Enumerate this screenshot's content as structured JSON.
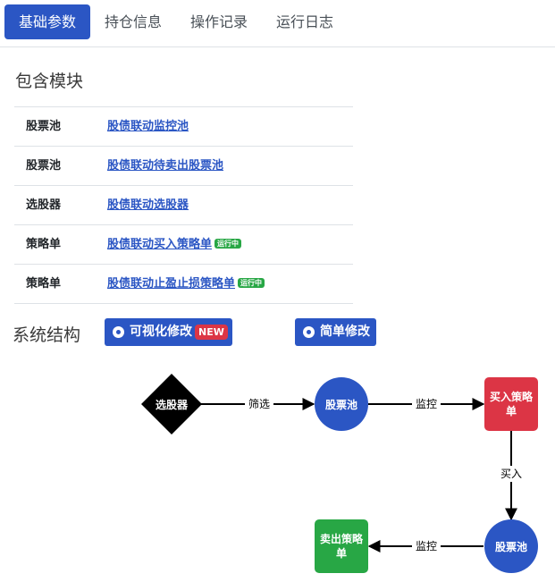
{
  "tabs": [
    {
      "label": "基础参数",
      "active": true
    },
    {
      "label": "持仓信息",
      "active": false
    },
    {
      "label": "操作记录",
      "active": false
    },
    {
      "label": "运行日志",
      "active": false
    }
  ],
  "modules": {
    "title": "包含模块",
    "rows": [
      {
        "type": "股票池",
        "name": "股债联动监控池",
        "badge": ""
      },
      {
        "type": "股票池",
        "name": "股债联动待卖出股票池",
        "badge": ""
      },
      {
        "type": "选股器",
        "name": "股债联动选股器",
        "badge": ""
      },
      {
        "type": "策略单",
        "name": "股债联动买入策略单",
        "badge": "运行中"
      },
      {
        "type": "策略单",
        "name": "股债联动止盈止损策略单",
        "badge": "运行中"
      }
    ]
  },
  "structure": {
    "title": "系统结构",
    "visual_edit_label": "可视化修改",
    "new_badge": "NEW",
    "simple_edit_label": "简单修改"
  },
  "diagram": {
    "nodes": {
      "selector": "选股器",
      "pool1": "股票池",
      "buy": "买入策略单",
      "pool2": "股票池",
      "sell": "卖出策略单"
    },
    "edges": {
      "filter": "筛选",
      "monitor1": "监控",
      "buy_in": "买入",
      "monitor2": "监控"
    },
    "colors": {
      "selector": "#000000",
      "pool": "#2b56c4",
      "buy": "#dc3545",
      "sell": "#28a745"
    }
  }
}
